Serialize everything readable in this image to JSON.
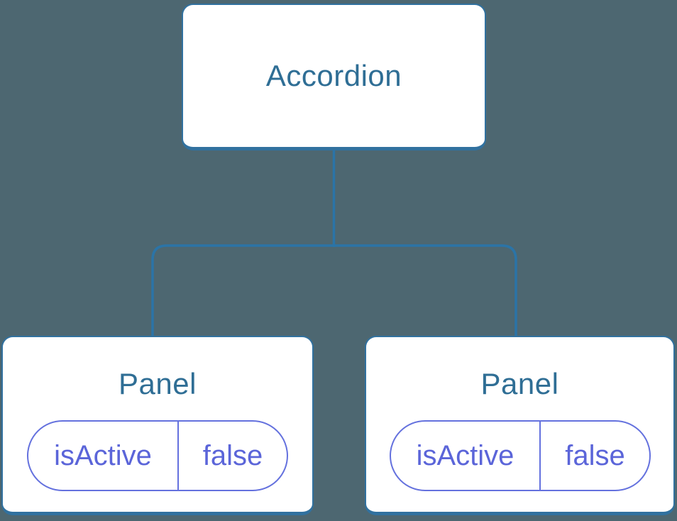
{
  "diagram": {
    "description": "Component tree diagram: Accordion root with two Panel children, each holding isActive state",
    "colors": {
      "background": "#4d6771",
      "node_fill": "#ffffff",
      "node_border_blue": "#31719f",
      "connector_blue": "#2b74a7",
      "heading_text_blue": "#2f6e95",
      "state_purple": "#5b65d9",
      "state_border_purple": "#6471de"
    },
    "tree": {
      "root": {
        "label": "Accordion"
      },
      "children": [
        {
          "label": "Panel",
          "state": {
            "key": "isActive",
            "value": "false"
          }
        },
        {
          "label": "Panel",
          "state": {
            "key": "isActive",
            "value": "false"
          }
        }
      ]
    }
  }
}
